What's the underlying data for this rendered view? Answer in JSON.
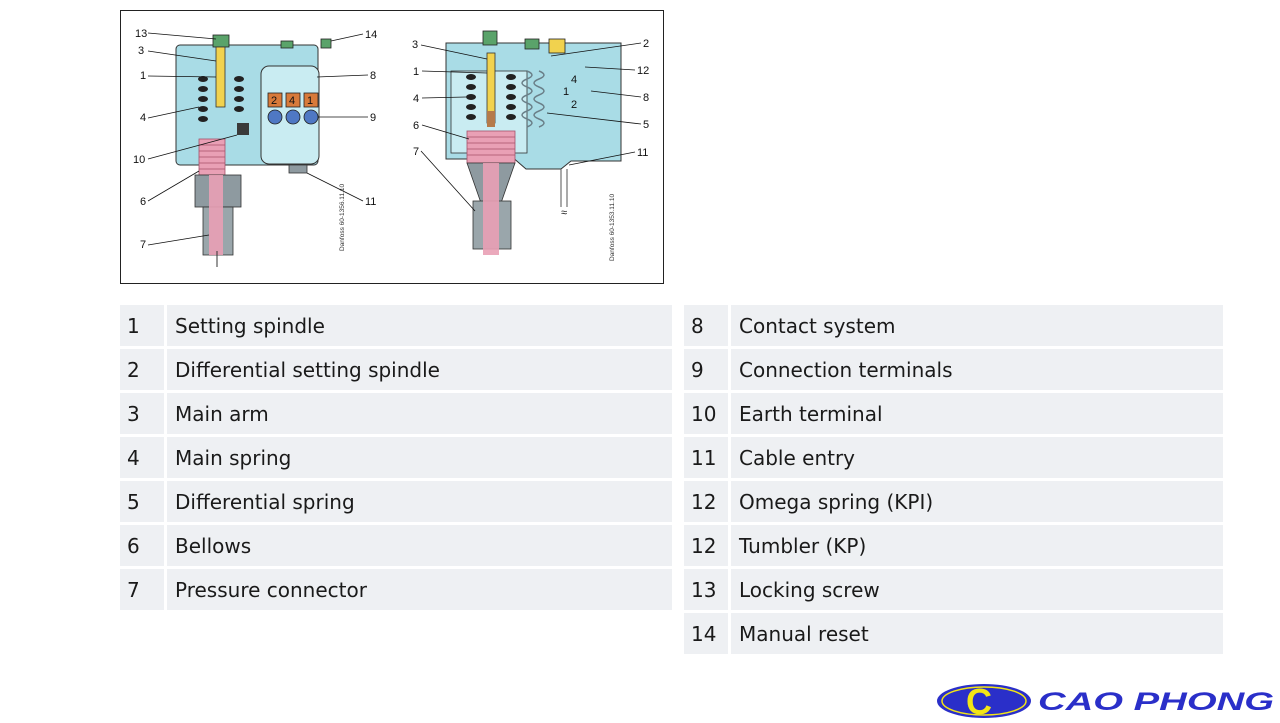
{
  "figure": {
    "left_callouts": [
      "13",
      "3",
      "1",
      "4",
      "10",
      "6",
      "7"
    ],
    "left_callouts_right": [
      "14",
      "8",
      "9",
      "11"
    ],
    "right_callouts_left": [
      "3",
      "1",
      "4",
      "6",
      "7"
    ],
    "right_callouts_right": [
      "2",
      "12",
      "8",
      "5",
      "11"
    ],
    "terminal_labels": [
      "2",
      "4",
      "1"
    ],
    "inner_labels": [
      "1",
      "4",
      "2"
    ],
    "vertical_left": "Danfoss 60-1356.11.10",
    "vertical_right": "Danfoss 60-1353.11.10",
    "tilde": "≈",
    "colors": {
      "housing": "#a9dce6",
      "bellows": "#e9a0b5",
      "spindle": "#f1d24e",
      "grey": "#8e9aa0"
    }
  },
  "legend_left": [
    {
      "num": "1",
      "label": "Setting spindle"
    },
    {
      "num": "2",
      "label": "Differential setting spindle"
    },
    {
      "num": "3",
      "label": "Main arm"
    },
    {
      "num": "4",
      "label": "Main spring"
    },
    {
      "num": "5",
      "label": "Differential spring"
    },
    {
      "num": "6",
      "label": "Bellows"
    },
    {
      "num": "7",
      "label": "Pressure connector"
    }
  ],
  "legend_right": [
    {
      "num": "8",
      "label": "Contact system"
    },
    {
      "num": "9",
      "label": "Connection terminals"
    },
    {
      "num": "10",
      "label": "Earth terminal"
    },
    {
      "num": "11",
      "label": "Cable entry"
    },
    {
      "num": "12",
      "label": "Omega spring (KPI)"
    },
    {
      "num": "12",
      "label": "Tumbler (KP)"
    },
    {
      "num": "13",
      "label": "Locking screw"
    },
    {
      "num": "14",
      "label": "Manual reset"
    }
  ],
  "logo": {
    "text": "CAO PHONG",
    "letter": "C",
    "colors": {
      "blue": "#2a2fc9",
      "yellow": "#f2e516"
    }
  }
}
